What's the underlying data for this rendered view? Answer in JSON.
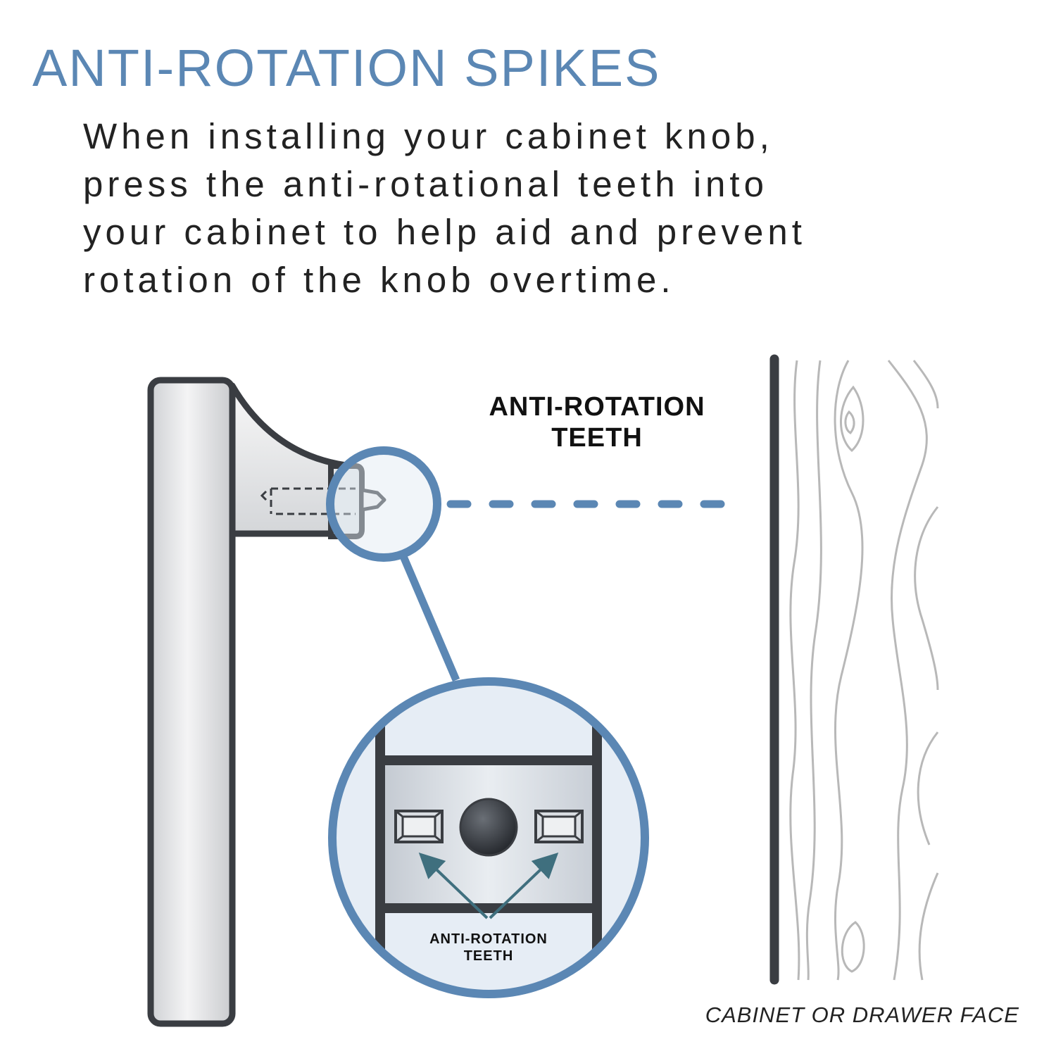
{
  "title": "ANTI-ROTATION SPIKES",
  "description": {
    "lines": [
      "When installing your cabinet knob,",
      "press the anti-rotational teeth into",
      "your cabinet to help aid and prevent",
      "rotation of the knob overtime."
    ]
  },
  "labels": {
    "teeth_top": {
      "line1": "ANTI-ROTATION",
      "line2": "TEETH"
    },
    "teeth_zoom": {
      "line1": "ANTI-ROTATION",
      "line2": "TEETH"
    },
    "cabinet_face": "CABINET OR DRAWER FACE"
  },
  "colors": {
    "accent_blue": "#5b87b4",
    "outline_dark": "#3a3d42",
    "zoom_fill": "#e6edf5",
    "wood_grain": "#b8b8b8",
    "arrow_teal": "#3f6f7e"
  }
}
